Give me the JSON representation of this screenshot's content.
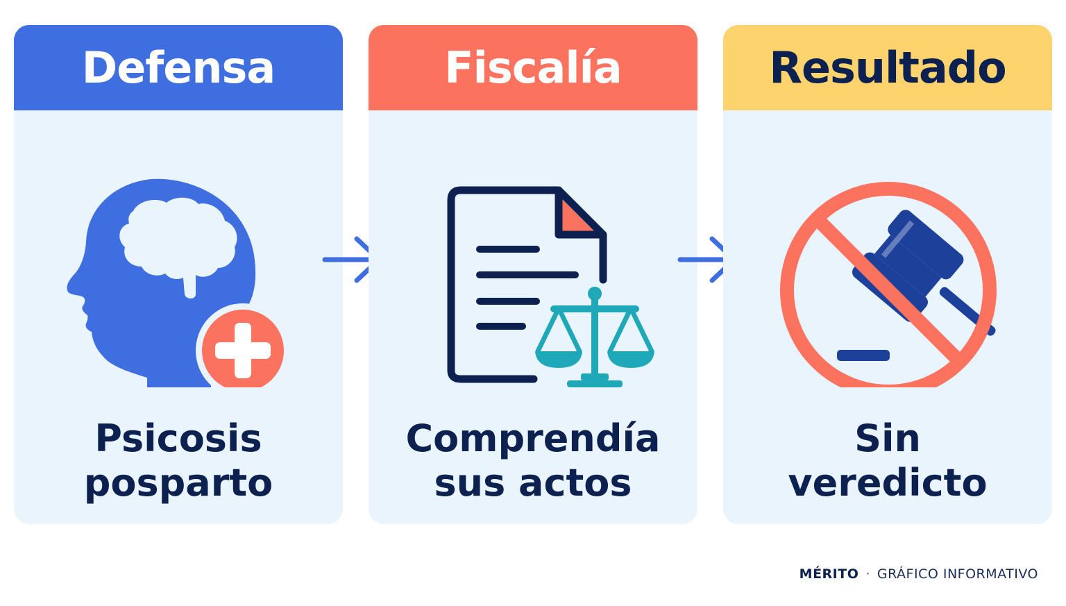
{
  "cards": [
    {
      "header": "Defensa",
      "header_bg": "#3f6ee0",
      "header_color": "#ffffff",
      "icon": "head-brain-medical-icon",
      "caption": [
        "Psicosis",
        "posparto"
      ]
    },
    {
      "header": "Fiscalía",
      "header_bg": "#fb725f",
      "header_color": "#ffffff",
      "icon": "document-scales-icon",
      "caption": [
        "Comprendía",
        "sus actos"
      ]
    },
    {
      "header": "Resultado",
      "header_bg": "#fdd36d",
      "header_color": "#0d2150",
      "icon": "no-gavel-icon",
      "caption": [
        "Sin",
        "veredicto"
      ]
    }
  ],
  "colors": {
    "card_bg": "#eaf4fd",
    "navy": "#0d2150",
    "blue": "#3f6ee0",
    "coral": "#fb725f",
    "teal": "#1fa9b8",
    "gavel": "#1d409a",
    "arrow": "#3f6ee0"
  },
  "footer": {
    "brand": "MÉRITO",
    "separator": "·",
    "text": "GRÁFICO INFORMATIVO"
  }
}
